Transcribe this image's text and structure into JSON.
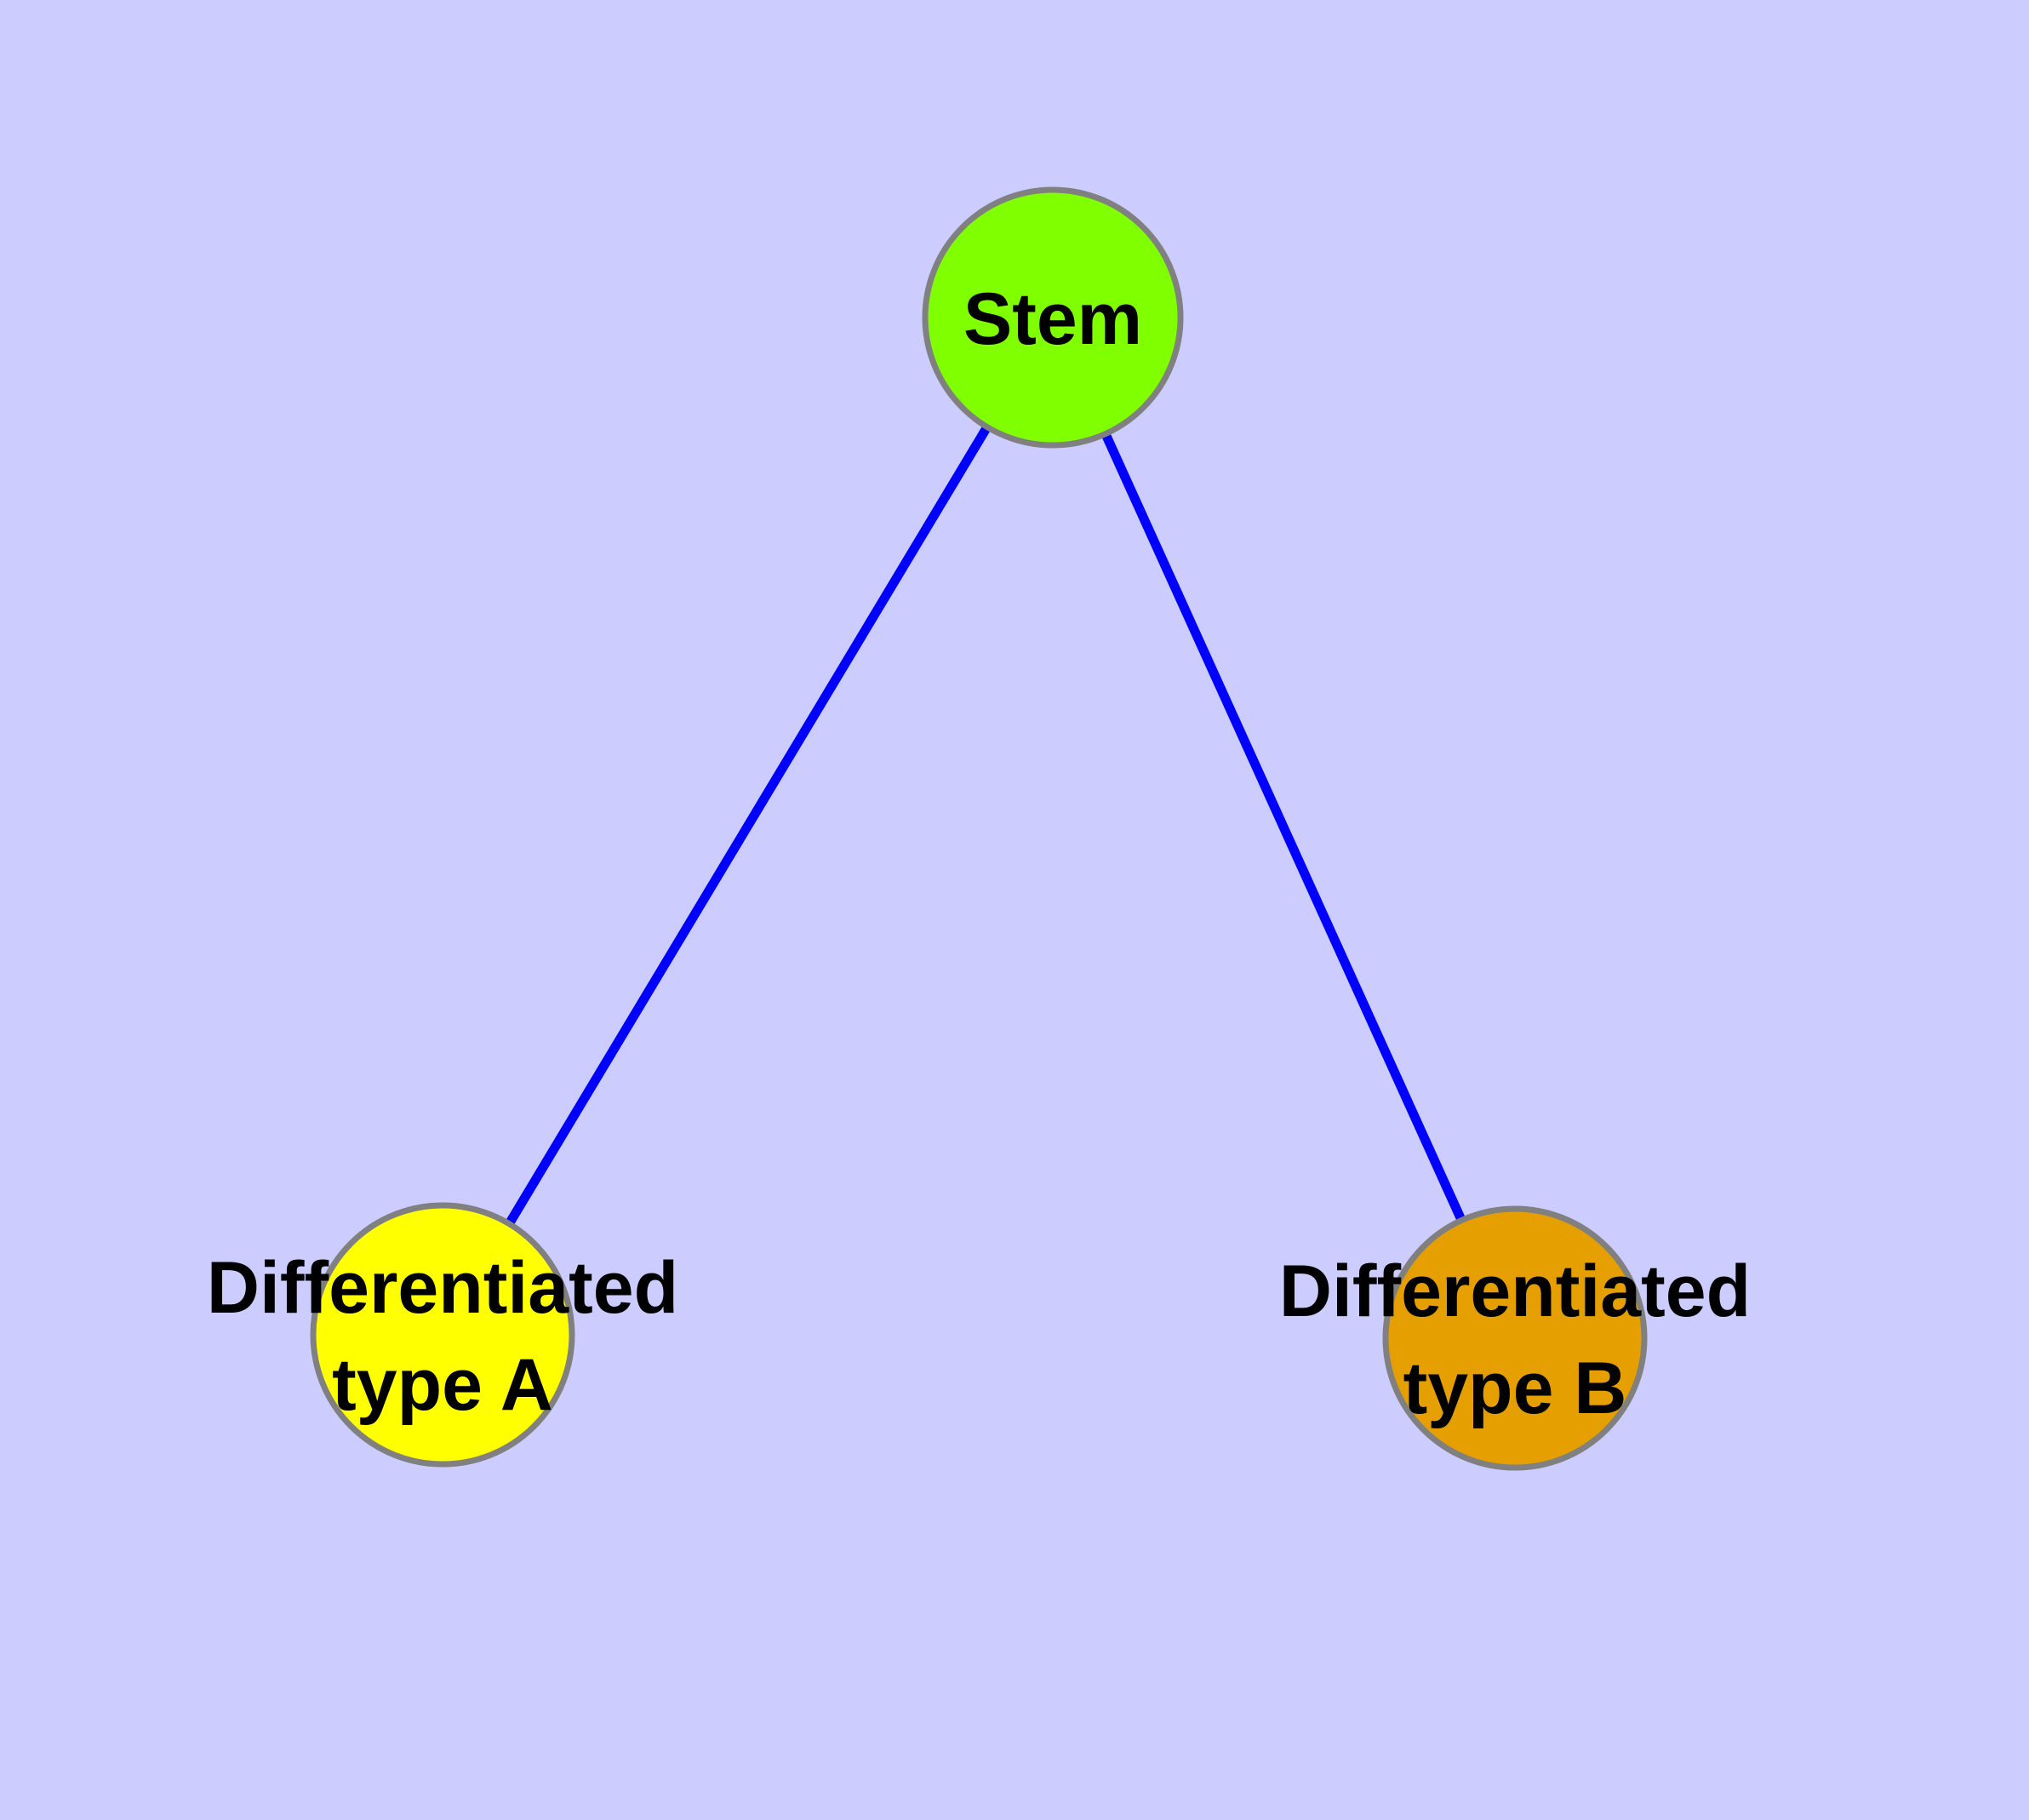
{
  "diagram": {
    "type": "graph",
    "background_color": "#CCCCFF",
    "edge_color": "#0000FF",
    "node_border_color": "#808080",
    "label_color": "#000000",
    "nodes": [
      {
        "id": "stem",
        "label": "Stem",
        "fill": "#7FFF00"
      },
      {
        "id": "differentiated-type-a",
        "label_line1": "Differentiated",
        "label_line2": "type A",
        "fill": "#FFFF00"
      },
      {
        "id": "differentiated-type-b",
        "label_line1": "Differentiated",
        "label_line2": "type B",
        "fill": "#E69F00"
      }
    ],
    "edges": [
      {
        "from": "stem",
        "to": "differentiated-type-a"
      },
      {
        "from": "stem",
        "to": "differentiated-type-b"
      }
    ]
  }
}
